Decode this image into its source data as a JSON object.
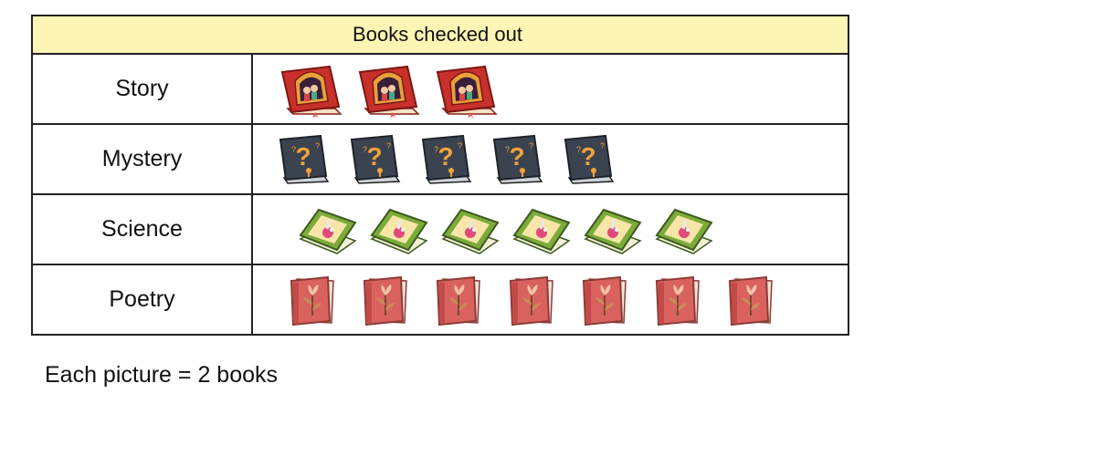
{
  "chart_data": {
    "type": "pictograph",
    "title": "Books checked out",
    "categories": [
      "Story",
      "Mystery",
      "Science",
      "Poetry"
    ],
    "icon_counts": [
      3,
      5,
      6,
      7
    ],
    "values": [
      6,
      10,
      12,
      14
    ],
    "icons": [
      "story-book-icon",
      "mystery-book-icon",
      "science-book-icon",
      "poetry-book-icon"
    ],
    "key": "Each picture = 2 books",
    "books_per_picture": 2
  },
  "colors": {
    "title_bg": "#fdf5b3",
    "story": "#c9302c",
    "mystery": "#3b4350",
    "science": "#7cab3b",
    "poetry": "#d9625f"
  }
}
